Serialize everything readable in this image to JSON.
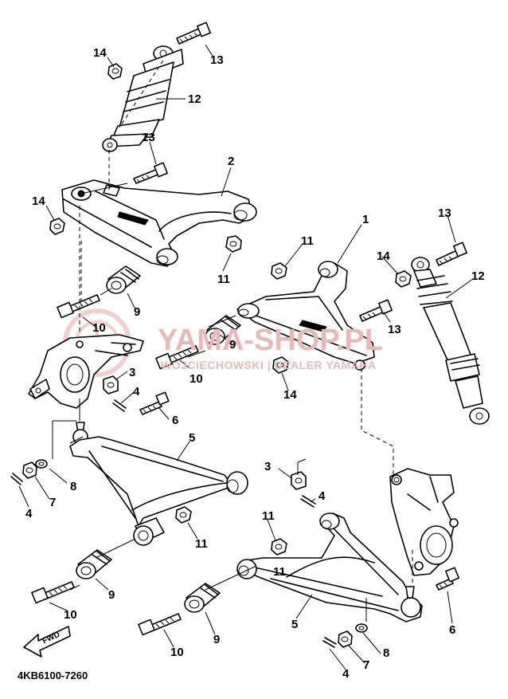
{
  "diagram": {
    "part_code": "4KB6100-7260",
    "fwd_label": "FWD",
    "watermark": {
      "title": "YAMA-SHOP.PL",
      "subtitle": "WOJCIECHOWSKI | DEALER YAMAHA"
    },
    "callouts": [
      {
        "id": "c-14-a",
        "text": "14"
      },
      {
        "id": "c-13-a",
        "text": "13"
      },
      {
        "id": "c-12-a",
        "text": "12"
      },
      {
        "id": "c-13-b",
        "text": "13"
      },
      {
        "id": "c-2",
        "text": "2"
      },
      {
        "id": "c-14-b",
        "text": "14"
      },
      {
        "id": "c-11-a",
        "text": "11"
      },
      {
        "id": "c-9-a",
        "text": "9"
      },
      {
        "id": "c-10-a",
        "text": "10"
      },
      {
        "id": "c-3-a",
        "text": "3"
      },
      {
        "id": "c-4-a",
        "text": "4"
      },
      {
        "id": "c-6-a",
        "text": "6"
      },
      {
        "id": "c-5-a",
        "text": "5"
      },
      {
        "id": "c-8-a",
        "text": "8"
      },
      {
        "id": "c-7-a",
        "text": "7"
      },
      {
        "id": "c-4-b",
        "text": "4"
      },
      {
        "id": "c-11-b",
        "text": "11"
      },
      {
        "id": "c-9-b",
        "text": "9"
      },
      {
        "id": "c-10-b",
        "text": "10"
      },
      {
        "id": "c-1",
        "text": "1"
      },
      {
        "id": "c-11-c",
        "text": "11"
      },
      {
        "id": "c-13-c",
        "text": "13"
      },
      {
        "id": "c-14-c",
        "text": "14"
      },
      {
        "id": "c-12-b",
        "text": "12"
      },
      {
        "id": "c-13-d",
        "text": "13"
      },
      {
        "id": "c-9-c",
        "text": "9"
      },
      {
        "id": "c-10-c",
        "text": "10"
      },
      {
        "id": "c-14-d",
        "text": "14"
      },
      {
        "id": "c-3-b",
        "text": "3"
      },
      {
        "id": "c-4-c",
        "text": "4"
      },
      {
        "id": "c-11-d",
        "text": "11"
      },
      {
        "id": "c-11-e",
        "text": "11"
      },
      {
        "id": "c-5-b",
        "text": "5"
      },
      {
        "id": "c-6-b",
        "text": "6"
      },
      {
        "id": "c-9-d",
        "text": "9"
      },
      {
        "id": "c-10-d",
        "text": "10"
      },
      {
        "id": "c-8-b",
        "text": "8"
      },
      {
        "id": "c-7-b",
        "text": "7"
      },
      {
        "id": "c-4-d",
        "text": "4"
      }
    ]
  }
}
